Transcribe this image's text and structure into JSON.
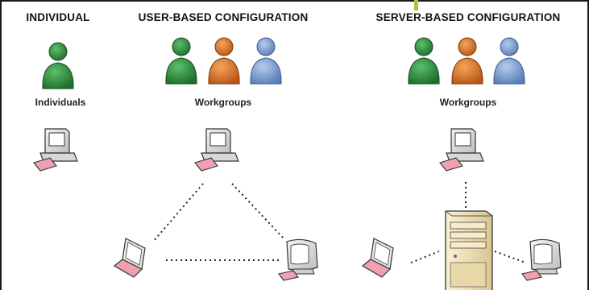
{
  "sections": [
    {
      "heading": "INDIVIDUAL",
      "caption": "Individuals"
    },
    {
      "heading": "USER-BASED CONFIGURATION",
      "caption": "Workgroups"
    },
    {
      "heading": "SERVER-BASED CONFIGURATION",
      "caption": "Workgroups"
    }
  ],
  "colors": {
    "person_green": "#2e8b3e",
    "person_orange": "#e07a22",
    "person_blue": "#7fa3d6",
    "keyboard_pink": "#f0a0b0",
    "accent_tab": "#a8c43a",
    "server_beige": "#eee0b8"
  }
}
